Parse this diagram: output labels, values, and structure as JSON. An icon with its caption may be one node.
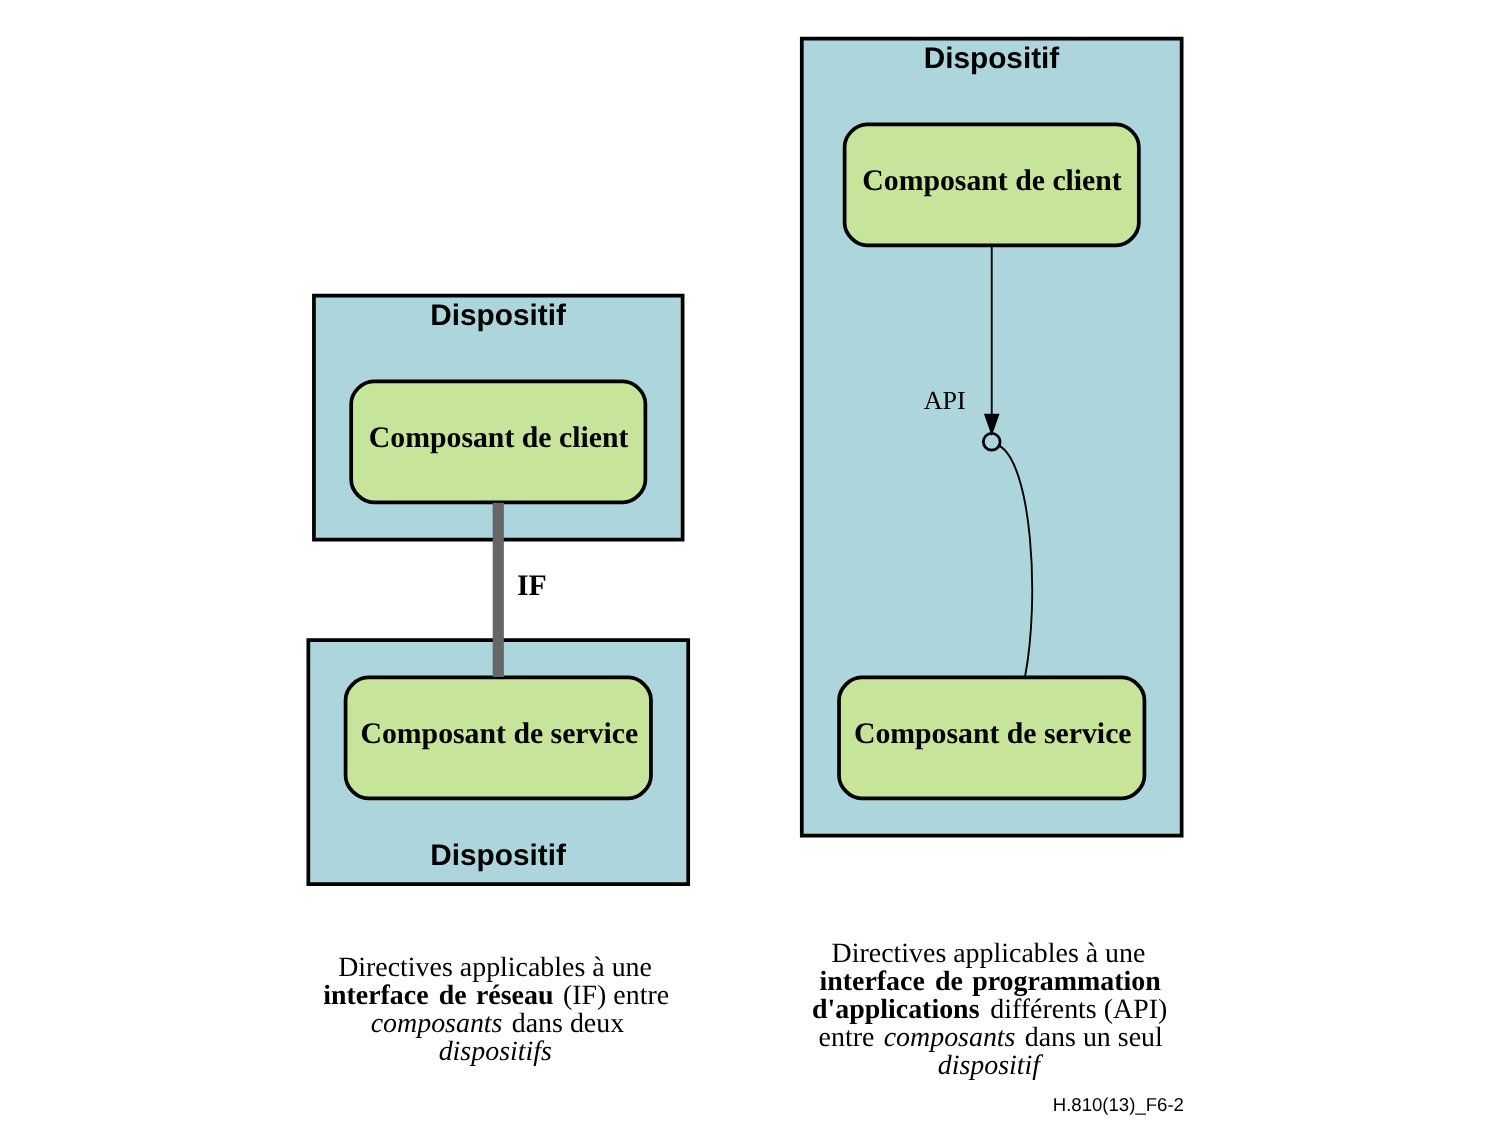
{
  "diagram": {
    "caption": "H.810(13)_F6-2",
    "nodes": [
      {
        "text": [
          "Dispositif"
        ]
      },
      {
        "text": [
          "Composant de client"
        ],
        "in": 0
      },
      {
        "text": [
          "Dispositif"
        ]
      },
      {
        "text": [
          "Composant de service"
        ],
        "in": 2
      },
      {
        "text": [
          "Dispositif"
        ]
      },
      {
        "text": [
          "Composant de client"
        ],
        "in": 4
      },
      {
        "text": [],
        "shape": "circle",
        "in": 4,
        "beside": [
          "API"
        ]
      },
      {
        "text": [
          "Composant de service"
        ],
        "in": 4
      }
    ],
    "edges": [
      {
        "from": 1,
        "to": 3,
        "arrow": "none",
        "label": "IF",
        "style": "thick",
        "color": "#666666"
      },
      {
        "from": 5,
        "to": 6,
        "arrow": "to"
      },
      {
        "from": 7,
        "to": 6,
        "arrow": "none"
      }
    ],
    "labels": [
      "Directives applicables à une **interface de réseau** (IF) entre *composants* dans deux *dispositifs*",
      "Directives applicables à une **interface de programmation d'applications** différents (API) entre *composants* dans un seul *dispositif*"
    ]
  }
}
